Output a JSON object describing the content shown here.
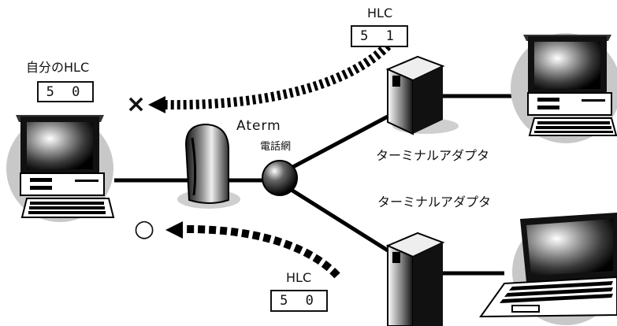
{
  "diagram": {
    "own_hlc": {
      "label": "自分のHLC",
      "value": "5 0"
    },
    "adapter_1_hlc": {
      "label": "HLC",
      "value": "5 1"
    },
    "adapter_2_hlc": {
      "label": "HLC",
      "value": "5 0"
    },
    "aterm_label": "Aterm",
    "network_label": "電話網",
    "adapter_1_label": "ターミナルアダプタ",
    "adapter_2_label": "ターミナルアダプタ",
    "rejected_marker": "×",
    "accepted_marker": "○",
    "icons": {
      "own_pc": "desktop-computer-icon",
      "router": "aterm-router-icon",
      "network": "phone-network-node-icon",
      "adapter_1": "terminal-adapter-icon",
      "adapter_2": "terminal-adapter-icon",
      "remote_pc_1": "desktop-computer-icon",
      "remote_pc_2": "laptop-computer-icon"
    }
  }
}
